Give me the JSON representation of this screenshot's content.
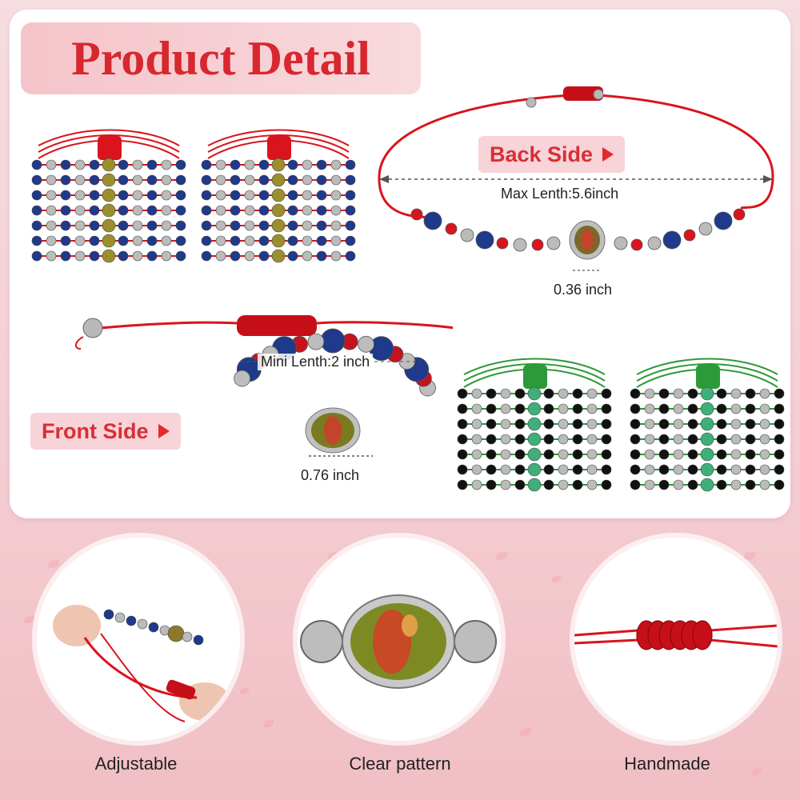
{
  "title": "Product Detail",
  "back_side": {
    "label": "Back Side",
    "max_length": "Max Lenth:5.6inch",
    "charm_width": "0.36 inch"
  },
  "front_side": {
    "label": "Front Side",
    "min_length": "Mini Lenth:2 inch",
    "charm_width": "0.76 inch"
  },
  "features": [
    {
      "caption": "Adjustable"
    },
    {
      "caption": "Clear pattern"
    },
    {
      "caption": "Handmade"
    }
  ],
  "colors": {
    "accent_red": "#d7272f",
    "cord_red": "#d9141c",
    "cord_green": "#2d9a3a",
    "banner_pink": "#f5c4ca"
  }
}
